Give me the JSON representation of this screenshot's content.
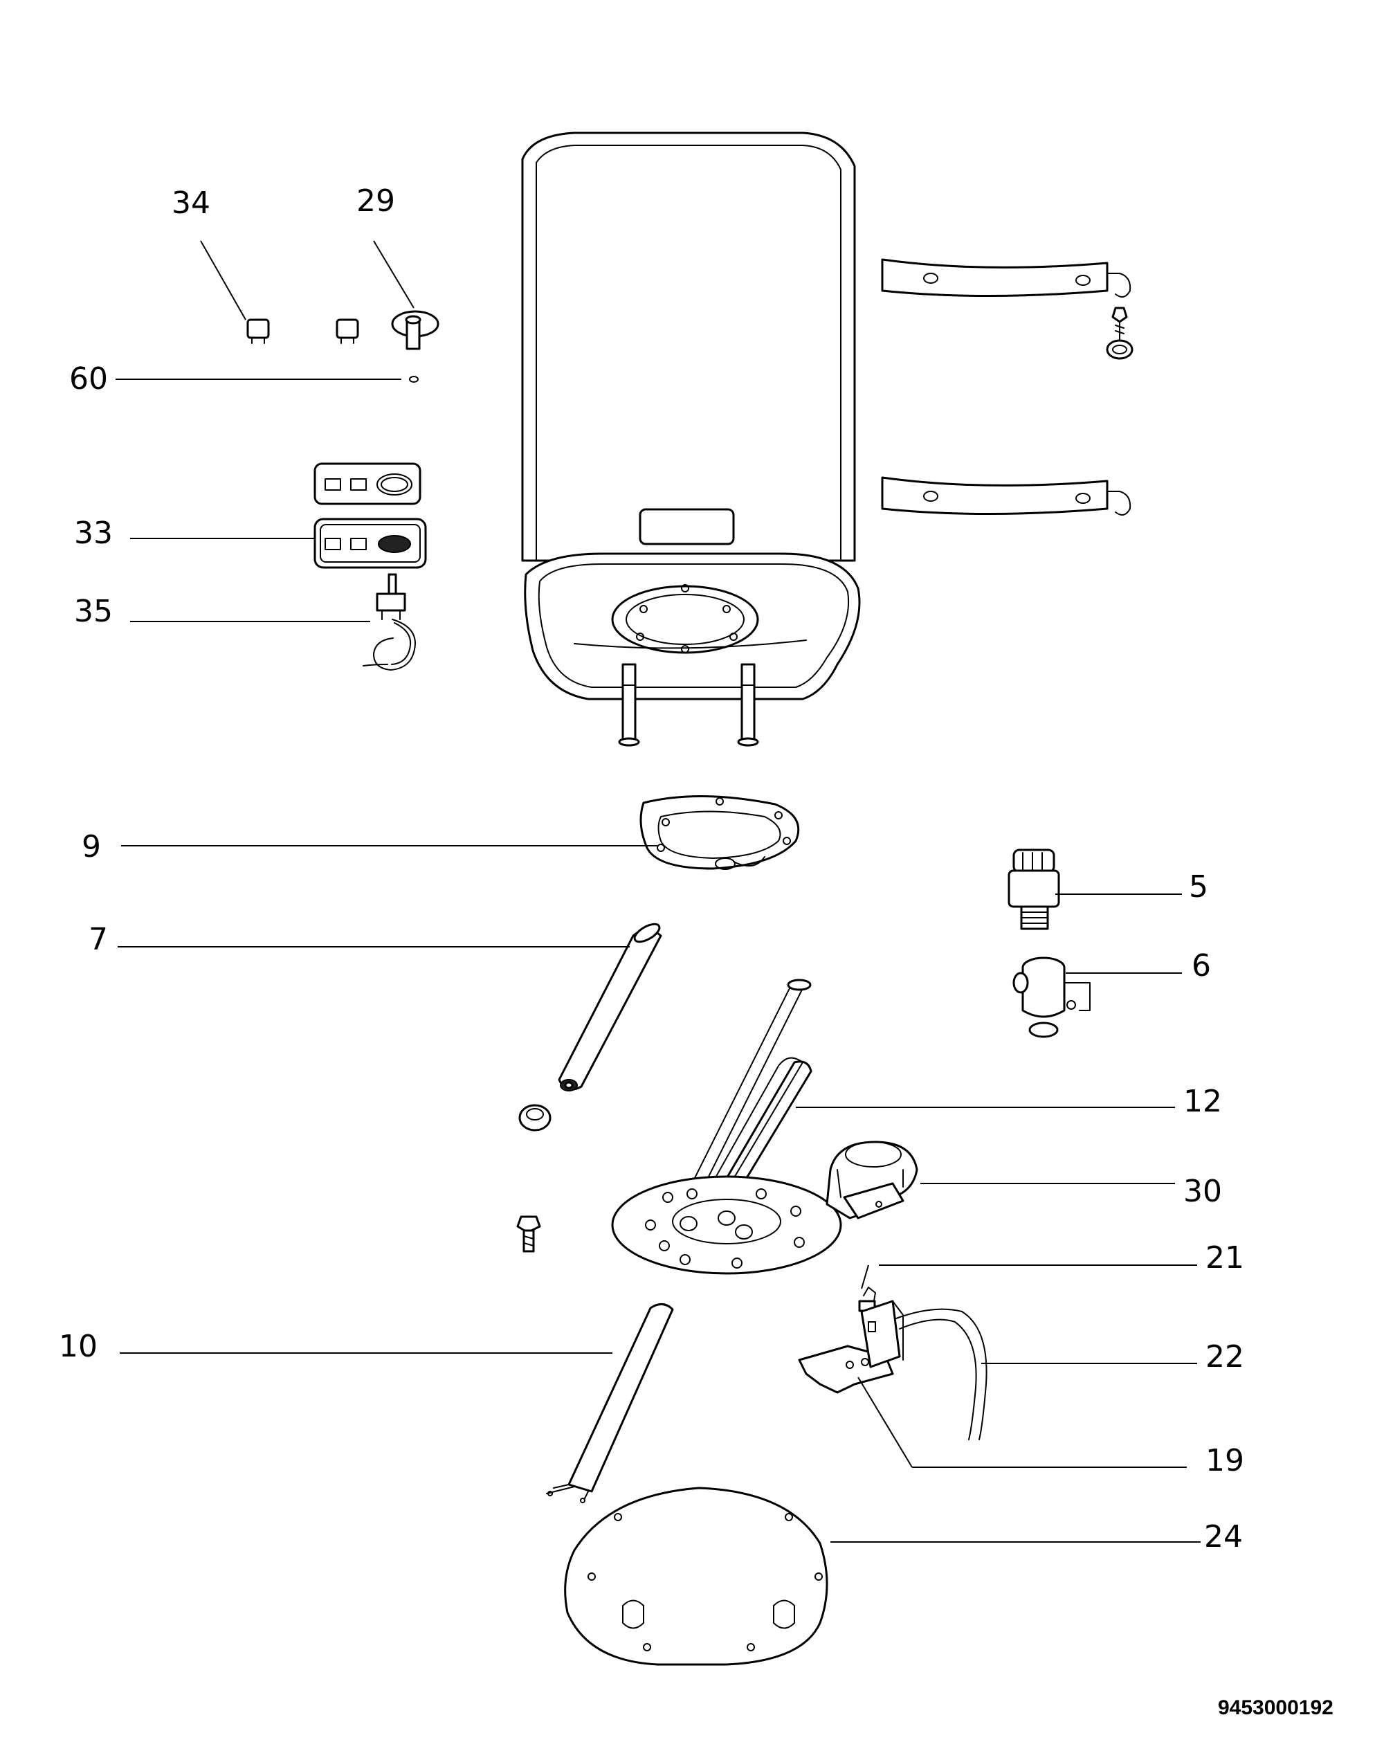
{
  "diagram": {
    "labels": [
      "34",
      "29",
      "60",
      "33",
      "35",
      "9",
      "7",
      "5",
      "6",
      "12",
      "30",
      "21",
      "10",
      "22",
      "19",
      "24"
    ],
    "document_code": "9453000192"
  }
}
